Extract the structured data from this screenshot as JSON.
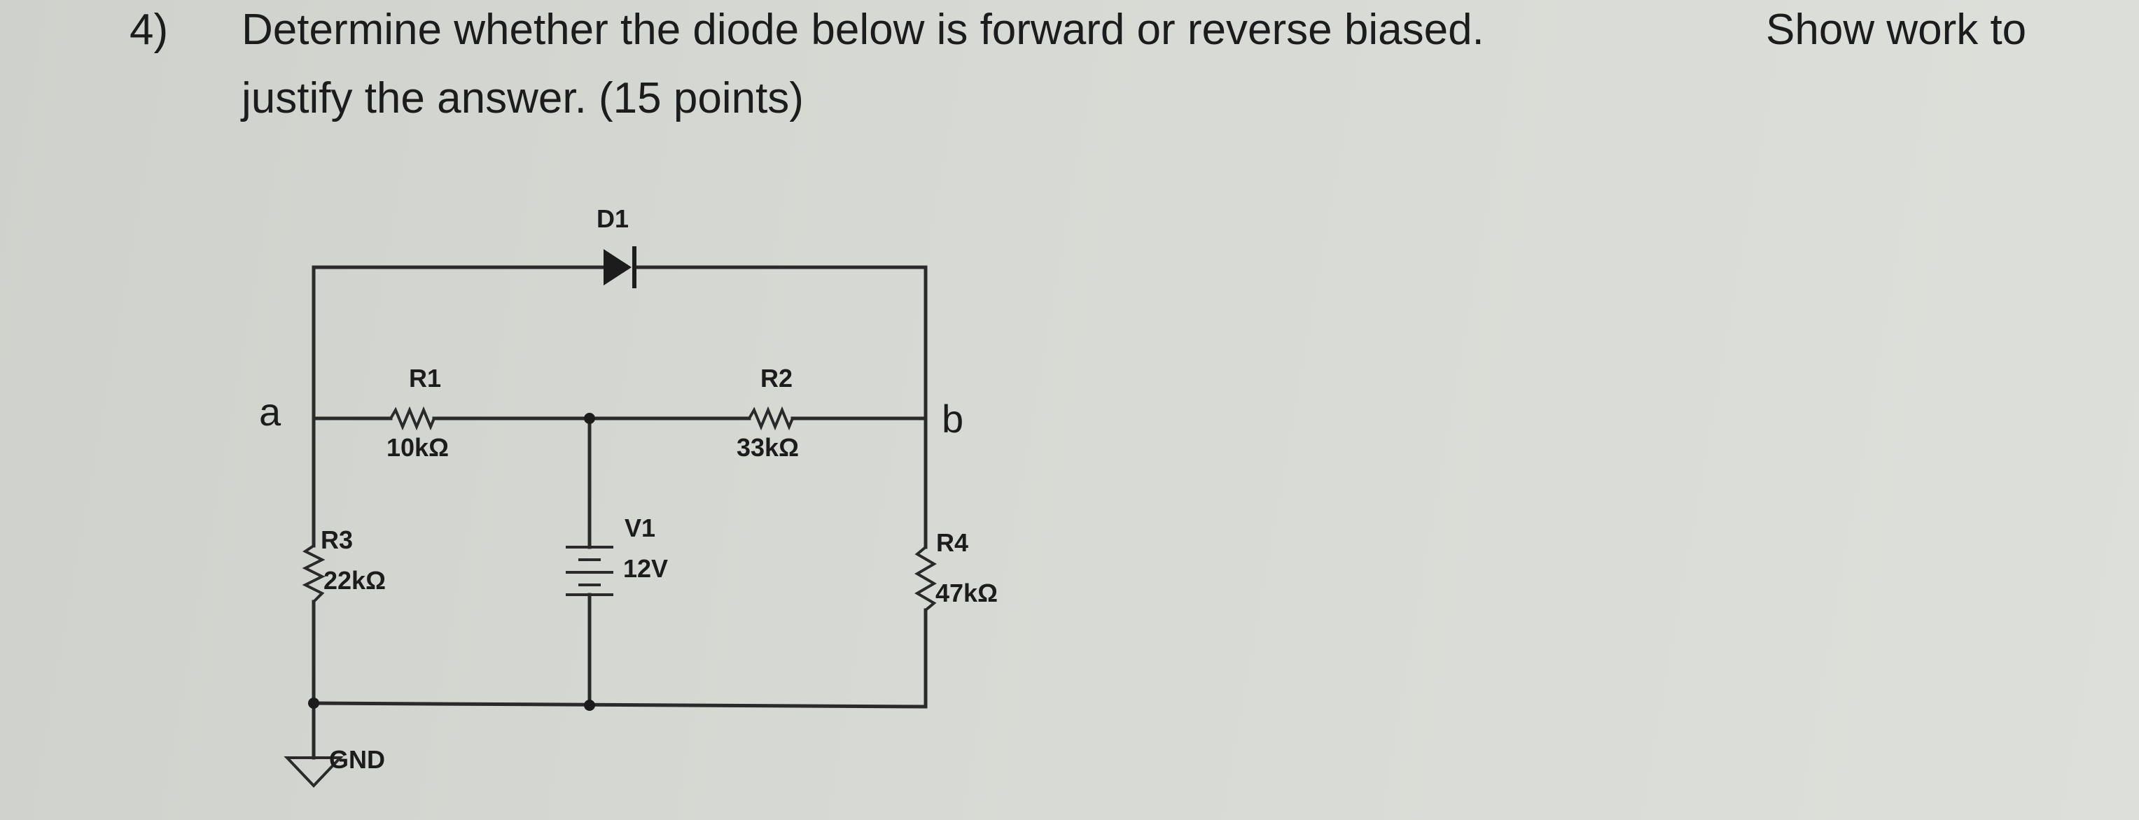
{
  "question": {
    "number": "4)",
    "line1": "Determine whether the diode below is forward or reverse biased.",
    "line1_extra": "Show work to",
    "line2": "justify the answer. (15 points)"
  },
  "circuit": {
    "nodes": {
      "a": "a",
      "b": "b"
    },
    "diode": {
      "name": "D1"
    },
    "source": {
      "name": "V1",
      "value": "12V"
    },
    "resistors": [
      {
        "name": "R1",
        "value": "10kΩ"
      },
      {
        "name": "R2",
        "value": "33kΩ"
      },
      {
        "name": "R3",
        "value": "22kΩ"
      },
      {
        "name": "R4",
        "value": "47kΩ"
      }
    ],
    "ground": {
      "label": "GND"
    }
  }
}
